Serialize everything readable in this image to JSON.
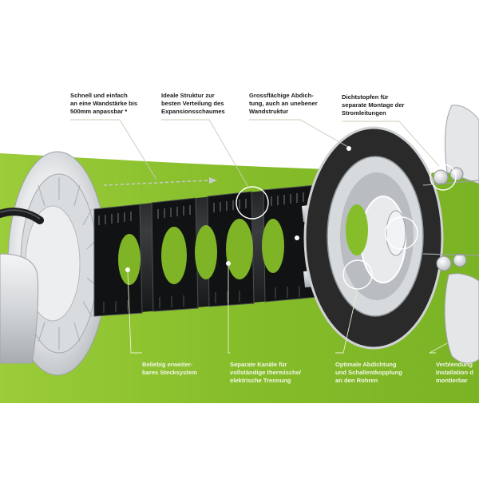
{
  "colors": {
    "background": "#ffffff",
    "accent_green": "#86bd2a",
    "component_dark": "#2b2d2f",
    "component_light": "#e6e8ea",
    "gasket": "#2a2a2a"
  },
  "callouts": {
    "adjustable": "Schnell und einfach\nan eine Wandstärke bis\n500mm anpassbar *",
    "structure": "Ideale Struktur zur\nbesten Verteilung des\nExpansionsschaumes",
    "sealing": "Grossflächige Abdich-\ntung, auch an unebener\nWandstruktur",
    "plugs": "Dichtstopfen für\nseparate Montage der\nStromleitungen",
    "expandable": "Beliebig erweiter-\nbares Stecksystem",
    "channels": "Separate Kanäle für\nvollständige thermische/\nelektrische Trennung",
    "decoupling": "Optimale Abdichtung\nund Schallentkopplung\nan den Rohren",
    "cover": "Verblendung\nInstallation d\nmontierbar"
  }
}
